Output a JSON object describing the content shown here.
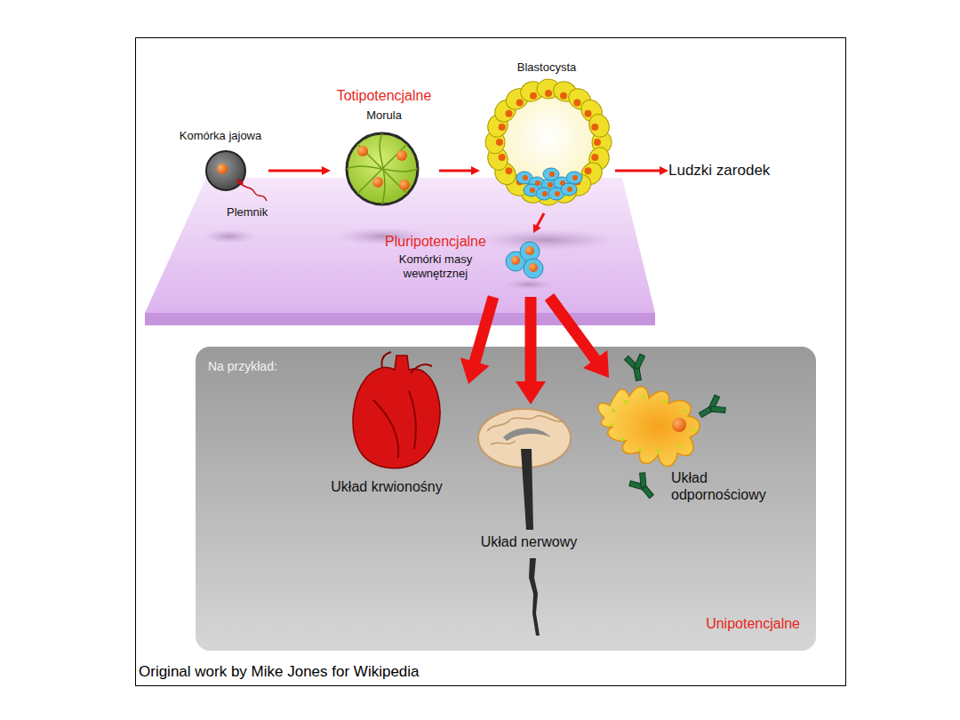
{
  "diagram": {
    "caption": "Original work by Mike Jones for Wikipedia",
    "nodes": [
      {
        "text": [
          "Komórka jajowa"
        ]
      },
      {
        "text": [
          "Totipotencjalne",
          "Morula"
        ]
      },
      {
        "text": [
          "Blastocysta"
        ]
      },
      {
        "text": [
          "Ludzki zarodek"
        ]
      },
      {
        "text": [
          "Pluripotencjalne",
          "Komórki masy wewnętrznej"
        ]
      },
      {
        "text": [
          "Na przykład:",
          "Unipotencjalne"
        ]
      },
      {
        "text": [
          "Układ krwionośny"
        ],
        "in": 5
      },
      {
        "text": [
          "Układ nerwowy"
        ],
        "in": 5
      },
      {
        "text": [
          "Układ odpornościowy"
        ],
        "in": 5
      }
    ],
    "edges": [
      {
        "from": 0,
        "to": 1,
        "arrow": "to"
      },
      {
        "from": 1,
        "to": 2,
        "arrow": "to"
      },
      {
        "from": 2,
        "to": 3,
        "arrow": "to"
      },
      {
        "from": 2,
        "to": 4,
        "arrow": "to"
      },
      {
        "from": 4,
        "to": 6,
        "arrow": "to"
      },
      {
        "from": 4,
        "to": 7,
        "arrow": "to"
      },
      {
        "from": 4,
        "to": 8,
        "arrow": "to"
      }
    ],
    "labels": [
      "Plemnik"
    ]
  }
}
